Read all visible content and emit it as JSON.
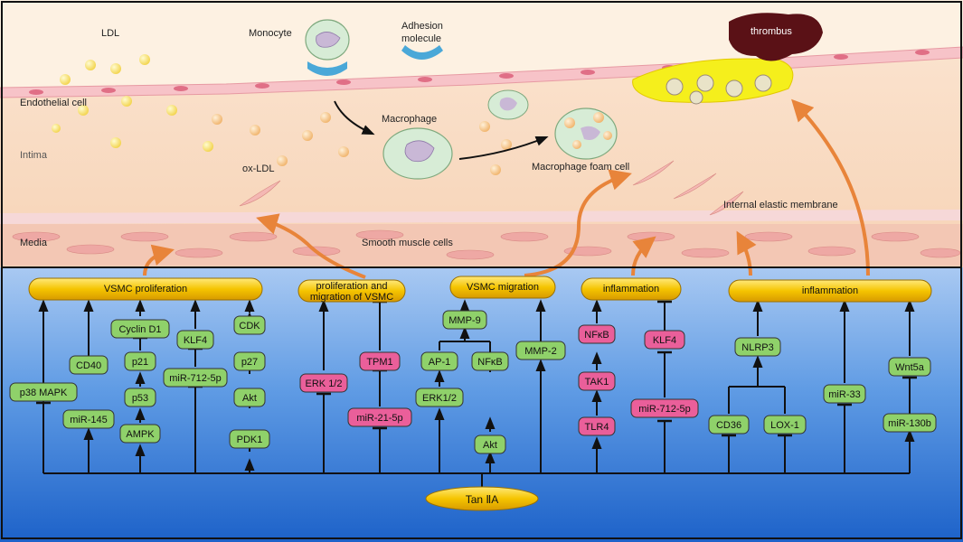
{
  "upper": {
    "ldl": "LDL",
    "monocyte": "Monocyte",
    "adhesion_1": "Adhesion",
    "adhesion_2": "molecule",
    "thrombus": "thrombus",
    "endothelial": "Endothelial cell",
    "macrophage": "Macrophage",
    "intima": "Intima",
    "oxldl": "ox-LDL",
    "foam_cell": "Macrophage foam cell",
    "iem": "Internal elastic membrane",
    "media": "Media",
    "smc": "Smooth muscle cells"
  },
  "effects": {
    "vsmc_prolif": "VSMC proliferation",
    "prolif_mig_1": "proliferation and",
    "prolif_mig_2": "migration of VSMC",
    "vsmc_mig": "VSMC migration",
    "inflam1": "inflammation",
    "inflam2": "inflammation"
  },
  "drug": "Tan ⅡA",
  "nodes": {
    "p38": "p38 MAPK",
    "cd40": "CD40",
    "mir145": "miR-145",
    "cyclind1": "Cyclin D1",
    "p21": "p21",
    "p53": "p53",
    "ampk": "AMPK",
    "klf4a": "KLF4",
    "mir712a": "miR-712-5p",
    "cdk": "CDK",
    "p27": "p27",
    "akt1": "Akt",
    "pdk1": "PDK1",
    "erk12a": "ERK 1/2",
    "tpm1": "TPM1",
    "mir21": "miR-21-5p",
    "mmp9": "MMP-9",
    "ap1": "AP-1",
    "erk12b": "ERK1/2",
    "nfkb1": "NFκB",
    "akt2": "Akt",
    "mmp2": "MMP-2",
    "nfkb2": "NFκB",
    "tak1": "TAK1",
    "tlr4": "TLR4",
    "klf4b": "KLF4",
    "mir712b": "miR-712-5p",
    "nlrp3": "NLRP3",
    "cd36": "CD36",
    "lox1": "LOX-1",
    "mir33": "miR-33",
    "wnt5a": "Wnt5a",
    "mir130b": "miR-130b"
  },
  "colors": {
    "green_node": "#8fd16a",
    "pink_node": "#ea5f9a",
    "effect_yellow": "#f5c400",
    "background_blue": "#2f7ad9",
    "tissue_peach": "#fbe0c8",
    "orange_arrow": "#e8843a"
  }
}
